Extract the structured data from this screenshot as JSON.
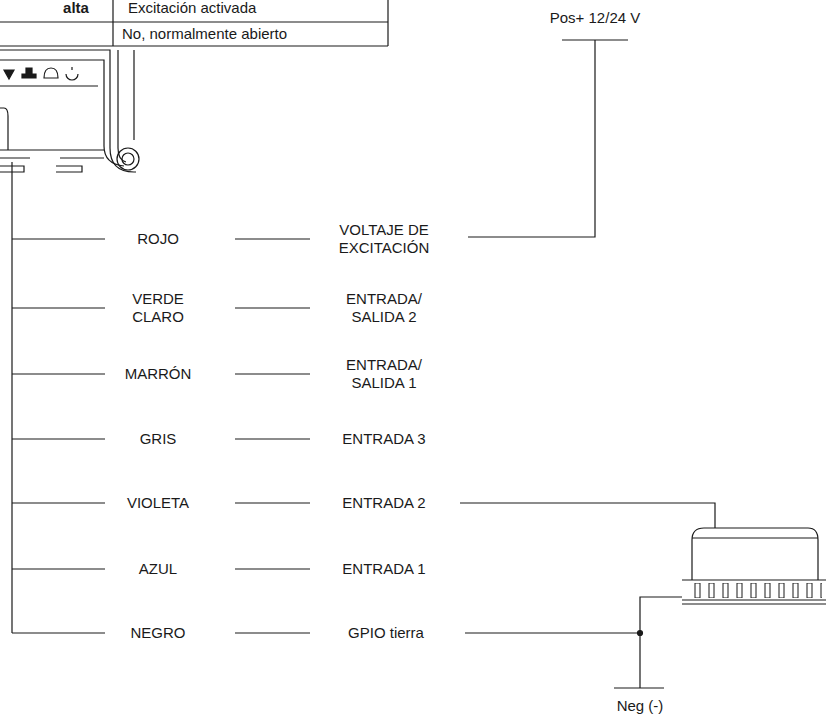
{
  "diagram": {
    "labels": [
      "alta",
      "Excitación activada",
      "No, normalmente abierto",
      "Pos+ 12/24 V",
      "ROJO",
      "VOLTAJE DE EXCITACIÓN",
      "VERDE CLARO",
      "ENTRADA/ SALIDA 2",
      "MARRÓN",
      "ENTRADA/ SALIDA 1",
      "GRIS",
      "ENTRADA 3",
      "VIOLETA",
      "ENTRADA 2",
      "AZUL",
      "ENTRADA 1",
      "NEGRO",
      "GPIO tierra",
      "Neg (-)"
    ]
  }
}
